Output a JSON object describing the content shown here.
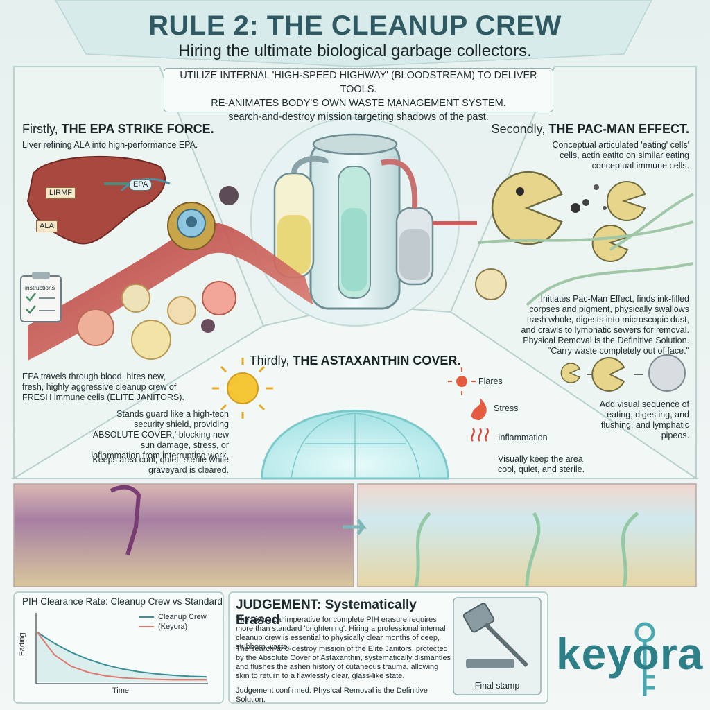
{
  "header": {
    "title": "RULE 2: THE CLEANUP CREW",
    "subtitle": "Hiring the ultimate biological garbage collectors."
  },
  "intro": {
    "line1": "UTILIZE INTERNAL 'HIGH-SPEED HIGHWAY' (BLOODSTREAM) TO DELIVER TOOLS.",
    "line2": "RE-ANIMATES BODY'S OWN WASTE MANAGEMENT SYSTEM.",
    "line3": "search-and-destroy mission targeting shadows of the past."
  },
  "epa": {
    "heading_prefix": "Firstly, ",
    "heading_bold": "THE EPA STRIKE FORCE.",
    "desc": "Liver refining ALA into high-performance EPA.",
    "label_liver": "LIRMF",
    "label_ala": "ALA",
    "label_epa": "EPA",
    "label_instructions": "instructions",
    "body": "EPA travels through blood, hires new, fresh, highly aggressive cleanup crew of FRESH immune cells (ELITE JANITORS)."
  },
  "pacman": {
    "heading_prefix": "Secondly, ",
    "heading_bold": "THE PAC-MAN EFFECT.",
    "desc": "Conceptual articulated 'eating' cells' cells, actin eatito on similar eating conceptual immune cells.",
    "body1": "Initiates Pac-Man Effect, finds ink-filled corpses and pigment, physically swallows trash whole, digests into microscopic dust, and crawls to lymphatic sewers for removal.",
    "body2": "Physical Removal is the Definitive Solution. \"Carry waste completely out of face.\"",
    "sequence_note": "Add visual sequence of eating, digesting, and flushing, and lymphatic pipeos."
  },
  "astaxanthin": {
    "heading_prefix": "Thirdly, ",
    "heading_bold": "THE ASTAXANTHIN COVER.",
    "left_body1": "Stands guard like a high-tech security shield, providing 'ABSOLUTE COVER,' blocking new sun damage, stress, or inflammation from interrupting work.",
    "left_body2": "Keeps area cool, quiet, sterile while graveyard is cleared.",
    "label_flares": "Flares",
    "label_stress": "Stress",
    "label_inflammation": "Inflammation",
    "right_body": "Visually keep the area cool, quiet, and sterile."
  },
  "chart": {
    "title": "PIH Clearance Rate: Cleanup Crew vs Standard",
    "legend_crew": "Cleanup Crew",
    "legend_keyora": "(Keyora)",
    "xlabel": "Time",
    "ylabel": "Fading"
  },
  "chart_data": {
    "type": "line",
    "title": "PIH Clearance Rate: Cleanup Crew vs Standard",
    "xlabel": "Time",
    "ylabel": "Fading",
    "legend": "top-right",
    "grid": false,
    "x": [
      0,
      1,
      2,
      3,
      4,
      5,
      6,
      7,
      8,
      9,
      10
    ],
    "series": [
      {
        "name": "Cleanup Crew",
        "color": "#3a8f96",
        "values": [
          1.0,
          0.78,
          0.6,
          0.46,
          0.35,
          0.27,
          0.21,
          0.17,
          0.14,
          0.12,
          0.11
        ]
      },
      {
        "name": "(Keyora)",
        "color": "#e07a6e",
        "values": [
          1.0,
          0.55,
          0.32,
          0.2,
          0.13,
          0.09,
          0.07,
          0.06,
          0.05,
          0.05,
          0.05
        ]
      }
    ]
  },
  "judgement": {
    "title": "JUDGEMENT: Systematically Erased",
    "p1": "The biological imperative for complete PIH erasure requires more than standard 'brightening'. Hiring a professional internal cleanup crew is essential to physically clear months of deep, stubborn waste.",
    "p2": "The search-and-destroy mission of the Elite Janitors, protected by the Absolute Cover of Astaxanthin, systematically dismantles and flushes the ashen history of cutaneous trauma, allowing skin to return to a flawlessly clear, glass-like state.",
    "p3": "Judgement confirmed: Physical Removal is the Definitive Solution.",
    "stamp_label": "Final stamp"
  },
  "brand": {
    "logo_text": "keyora",
    "accent": "#2d7f88"
  }
}
